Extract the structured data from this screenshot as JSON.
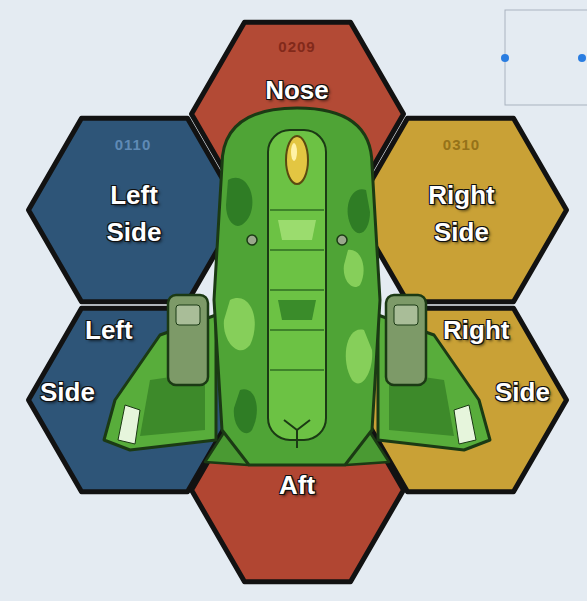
{
  "diagram": {
    "nodes": [
      {
        "text": [
          "0209",
          "Nose"
        ]
      },
      {
        "text": [
          "0110",
          "Left Side"
        ]
      },
      {
        "text": [
          "0310",
          "Right Side"
        ]
      },
      {
        "text": [
          "Left Side"
        ]
      },
      {
        "text": [
          "Right Side"
        ]
      },
      {
        "text": [
          "Aft"
        ]
      }
    ]
  }
}
